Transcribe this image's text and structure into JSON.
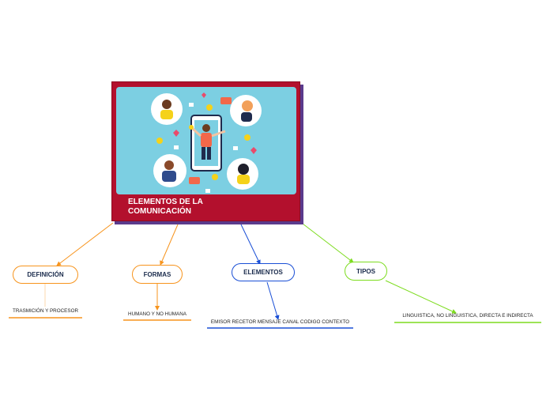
{
  "central": {
    "title_line1": "ELEMENTOS DE LA",
    "title_line2": "COMUNICACIÓN",
    "image_icon": "people-communication-illustration"
  },
  "branches": [
    {
      "label": "DEFINICIÓN",
      "color": "#f7941d",
      "leaf": "TRASMICIÓN Y PROCESOR"
    },
    {
      "label": "FORMAS",
      "color": "#f7941d",
      "leaf": "HUMANO Y NO HUMANA"
    },
    {
      "label": "ELEMENTOS",
      "color": "#1a4fd6",
      "leaf": "EMISOR RECETOR MENSAJE CANAL CODIGO CONTEXTO"
    },
    {
      "label": "TIPOS",
      "color": "#7ddc1f",
      "leaf": "LINGUISTICA, NO LINGUISTICA, DIRECTA E INDIRECTA"
    }
  ]
}
